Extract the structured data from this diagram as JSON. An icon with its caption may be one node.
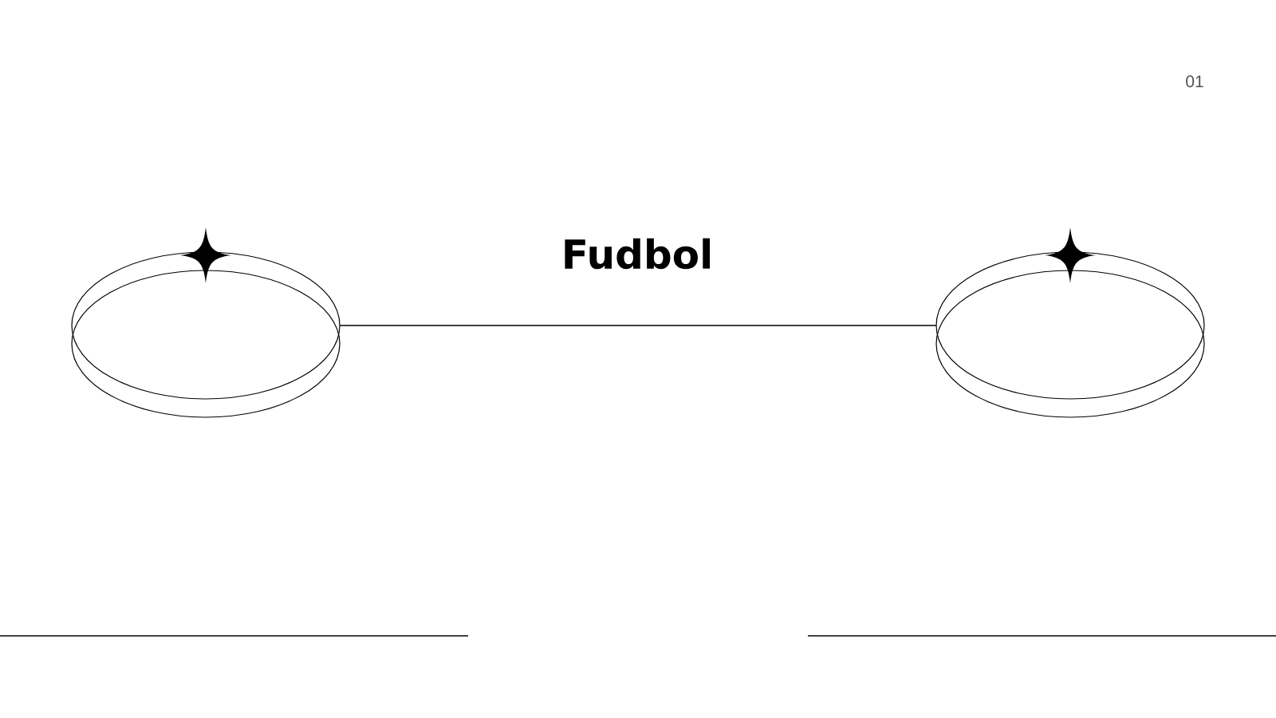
{
  "diagram": {
    "title": "Fudbol",
    "nodes": [
      {
        "text": [],
        "shape": "ellipse"
      },
      {
        "text": [],
        "shape": "ellipse"
      }
    ],
    "edges": [
      {
        "from": 0,
        "to": 1,
        "arrow": "none"
      }
    ],
    "labels": [
      "01"
    ]
  }
}
